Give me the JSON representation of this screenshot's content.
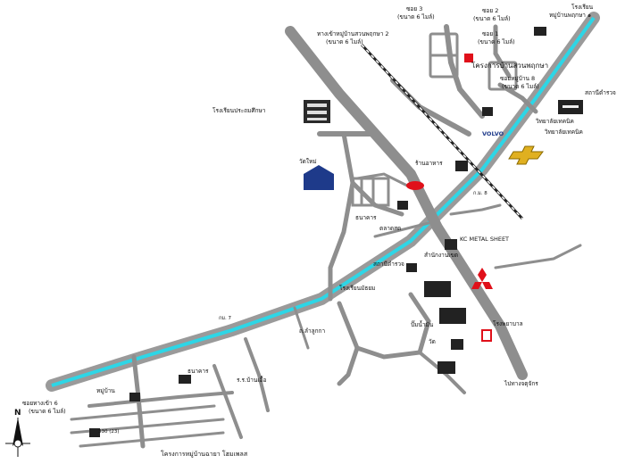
{
  "map": {
    "compass_letter": "N",
    "labels": {
      "zone3": "ซอย 3",
      "zone3_sub": "(ขนาด 6 ไมล์)",
      "zone2": "ซอย 2",
      "zone2_sub": "(ขนาด 6 ไมล์)",
      "zone1": "ซอย 1",
      "zone1_sub": "(ขนาด 6 ไมล์)",
      "entrance2": "ทางเข้าหมู่บ้านสวนพฤกษา 2",
      "entrance2_sub": "(ขนาด 6 ไมล์)",
      "school_top_right": "โรงเรียน",
      "school_top_right2": "หมู่บ้านพฤกษา ๑",
      "project": "โครงการบ้านสวนพฤกษา",
      "zone8": "ซอยหมู่บ้าน 8",
      "zone8_sub": "(ขนาด 6 ไมล์)",
      "police_right": "สถานีตำรวจ",
      "tech_college": "วิทยาลัยเทคนิค",
      "college_sub": "วิทยาลัยเทคนิค",
      "school_left": "โรงเรียนประถมศึกษา",
      "temple": "วัดใหม่",
      "volvo": "VOLVO",
      "km": "ก.ม. 8",
      "factory": "ร้านอาหาร",
      "kc": "KC METAL SHEET",
      "market": "ตลาดสด",
      "bank1": "ธนาคาร",
      "office": "สำนักงานเขต",
      "police_center": "สถานีตำรวจ",
      "school_center": "โรงเรียนมัธยม",
      "gas": "ปั๊มน้ำมัน",
      "hospital": "โรงพยาบาล",
      "temple2": "วัด",
      "left_zone": "ซอยทางเข้า 6",
      "left_zone_sub": "(ขนาด 6 ไมล์)",
      "left_town": "หมู่บ้าน",
      "bottom_project": "โครงการหมู่บ้านฉายา โฮมเพลส",
      "left_school": "ร.ร.บ้านเอื้อ",
      "road_label_left": "ถ.ลำลูกกา",
      "km_left": "กม. 7",
      "bottom_right": "ไปทางจตุจักร",
      "num_left": "330 (23)",
      "bank2": "ธนาคาร"
    }
  }
}
